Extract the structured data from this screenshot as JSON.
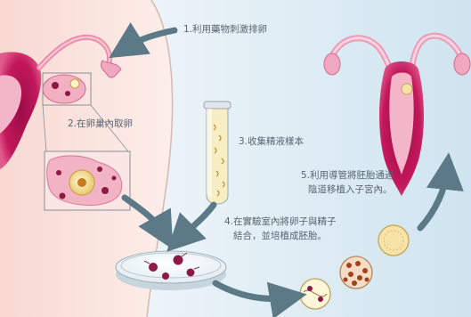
{
  "steps": {
    "step1": "1.利用藥物刺激排卵",
    "step2": "2.在卵巢內取卵",
    "step3": "3.收集精液樣本",
    "step4_line1": "4.在實驗室內將卵子與精子",
    "step4_line2": "結合，並培植成胚胎。",
    "step5_line1": "5.利用導管將胚胎通過",
    "step5_line2": "陰道移植入子宮內。"
  },
  "colors": {
    "background_left": "#ffffff",
    "background_right": "#d4e7f1",
    "body_shape": "#fde8e3",
    "uterus": "#c2185b",
    "uterus_inner": "#f3b6c8",
    "arrow": "#5b7986",
    "text": "#5a6470"
  },
  "icons": [
    "uterus-illustration",
    "test-tube-icon",
    "petri-dish-icon",
    "embryo-icon"
  ]
}
